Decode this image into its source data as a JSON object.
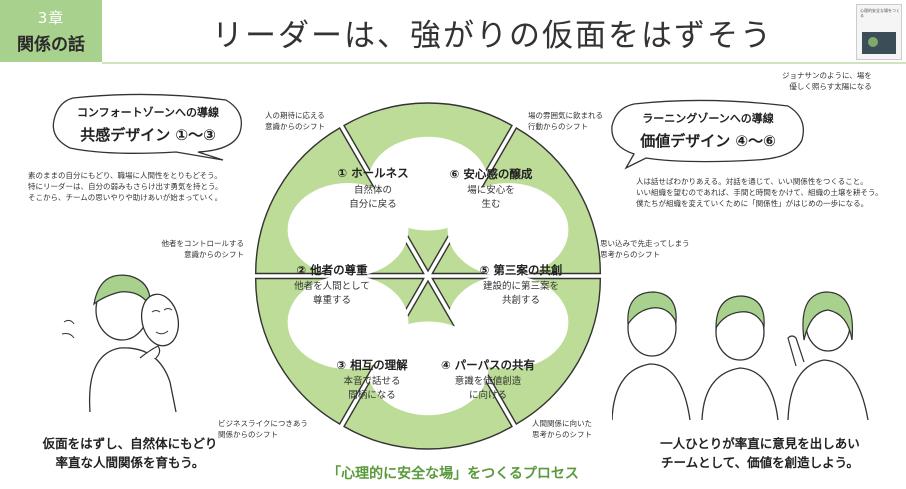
{
  "chapter": {
    "number": "3章",
    "name": "関係の話"
  },
  "title": "リーダーは、強がりの仮面をはずそう",
  "book_cover": {
    "text": "心理的安全な場をつくる"
  },
  "left_bubble": {
    "line1": "コンフォートゾーンへの導線",
    "line2": "共感デザイン ①〜③"
  },
  "right_bubble": {
    "line1": "ラーニングゾーンへの導線",
    "line2": "価値デザイン ④〜⑥"
  },
  "left_note": [
    "素のままの自分にもどり、職場に人間性をとりもどそう。",
    "特にリーダーは、自分の弱みもさらけ出す勇気を持とう。",
    "そこから、チームの思いやりや助けあいが始まっていく。"
  ],
  "right_note": [
    "人は話せばわかりあえる。対話を通じて、いい関係性をつくること。",
    "いい組織を望むのであれば、手間と時間をかけて、組織の土壌を耕そう。",
    "僕たちが組織を変えていくために「関係性」がはじめの一歩になる。"
  ],
  "top_right_note": [
    "ジョナサンのように、場を",
    "優しく照らす太陽になる"
  ],
  "segments": [
    {
      "label": "① ホールネス",
      "sub1": "自然体の",
      "sub2": "自分に戻る"
    },
    {
      "label": "⑥ 安心感の醸成",
      "sub1": "場に安心を",
      "sub2": "生む"
    },
    {
      "label": "⑤ 第三案の共創",
      "sub1": "建設的に第三案を",
      "sub2": "共創する"
    },
    {
      "label": "④ パーパスの共有",
      "sub1": "意識を価値創造",
      "sub2": "に向ける"
    },
    {
      "label": "③ 相互の理解",
      "sub1": "本音で話せる",
      "sub2": "間柄になる"
    },
    {
      "label": "② 他者の尊重",
      "sub1": "他者を人間として",
      "sub2": "尊重する"
    }
  ],
  "shifts": [
    {
      "line1": "人の期待に応える",
      "line2": "意識からのシフト"
    },
    {
      "line1": "場の雰囲気に飲まれる",
      "line2": "行動からのシフト"
    },
    {
      "line1": "他者をコントロールする",
      "line2": "意識からのシフト"
    },
    {
      "line1": "思い込みで先走ってしまう",
      "line2": "思考からのシフト"
    },
    {
      "line1": "ビジネスライクにつきあう",
      "line2": "関係からのシフト"
    },
    {
      "line1": "人間関係に向いた",
      "line2": "思考からのシフト"
    }
  ],
  "left_caption": [
    "仮面をはずし、自然体にもどり",
    "率直な人間関係を育もう。"
  ],
  "right_caption": [
    "一人ひとりが率直に意見を出しあい",
    "チームとして、価値を創造しよう。"
  ],
  "bottom_title": "「心理的に安全な場」をつくるプロセス",
  "colors": {
    "accent_green": "#a9d18e",
    "title_green": "#5a9a3c",
    "pie_green": "#bcdc97"
  }
}
